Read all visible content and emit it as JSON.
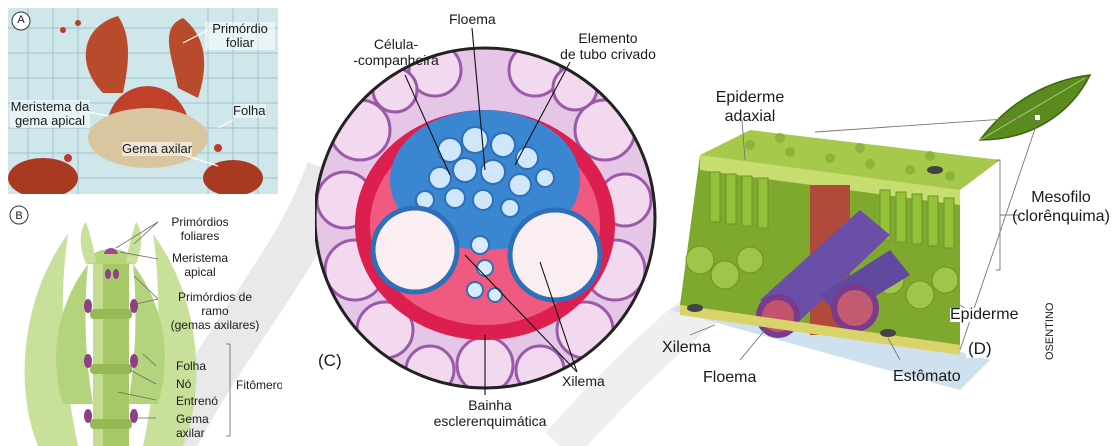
{
  "panel_a": {
    "letter": "A",
    "labels": {
      "primordio_foliar": [
        "Primórdio",
        "foliar"
      ],
      "meristema_gema": [
        "Meristema da",
        "gema apical"
      ],
      "folha": "Folha",
      "gema_axilar": "Gema axilar"
    }
  },
  "panel_b": {
    "letter": "B",
    "labels": {
      "primordios_foliares": [
        "Primórdios",
        "foliares"
      ],
      "meristema_apical": [
        "Meristema",
        "apical"
      ],
      "primordios_ramo": [
        "Primórdios de",
        "ramo",
        "(gemas axilares)"
      ],
      "folha": "Folha",
      "no": "Nó",
      "entreno": "Entrenó",
      "gema_axilar": [
        "Gema",
        "axilar"
      ],
      "fitomero": "Fitômero"
    }
  },
  "panel_c": {
    "letter": "(C)",
    "labels": {
      "floema": "Floema",
      "celula_companheira": [
        "Célula-",
        "-companheira"
      ],
      "elemento_tubo": [
        "Elemento",
        "de tubo crivado"
      ],
      "xilema": "Xilema",
      "bainha": [
        "Bainha",
        "esclerenquimática"
      ]
    }
  },
  "panel_d": {
    "letter": "(D)",
    "labels": {
      "epiderme_adaxial": [
        "Epiderme",
        "adaxial"
      ],
      "mesofilo": [
        "Mesofilo",
        "(clorênquima)"
      ],
      "epiderme": "Epiderme",
      "xilema": "Xilema",
      "floema": "Floema",
      "estomato": "Estômato",
      "credit": "OSENTINO"
    }
  },
  "colors": {
    "stain_red": "#b5361e",
    "stain_blue": "#7fb8c8",
    "plant_green": "#a8cc6a",
    "sclerenchyma": "#d8204a",
    "phloem_blue": "#3f8fd6",
    "leaf_green": "#6f9a2a"
  }
}
